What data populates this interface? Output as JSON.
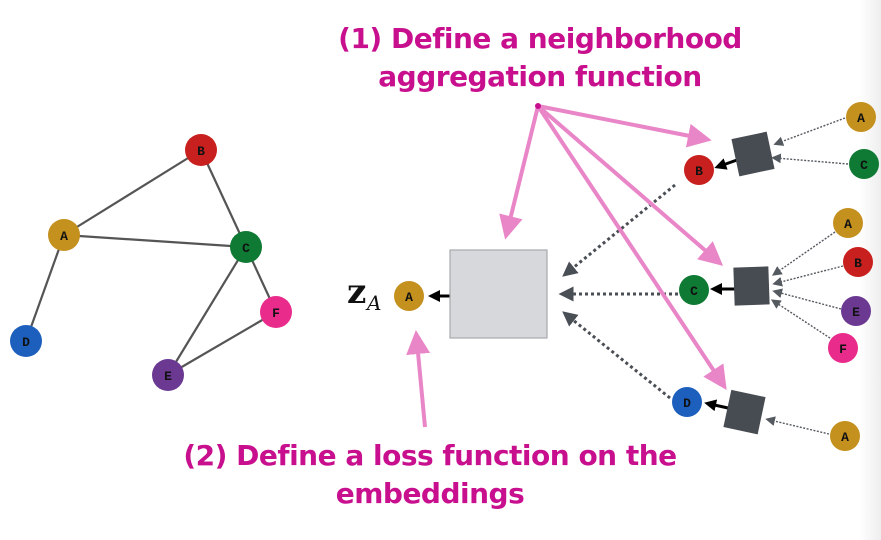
{
  "captions": {
    "step1_line1": "(1) Define a neighborhood",
    "step1_line2": "aggregation function",
    "step2_line1": "(2) Define a loss function on the",
    "step2_line2": "embeddings"
  },
  "embedding_label": {
    "symbol": "z",
    "subscript": "A"
  },
  "colors": {
    "A": "#c4901e",
    "B": "#c8201e",
    "C": "#0f7a33",
    "D": "#1d5fbd",
    "E": "#6b3892",
    "F": "#e92c8c",
    "edge": "#555555",
    "aggregator_box": "#474b52",
    "root_box": "#d7d8dc",
    "annotation_pink": "#e986c8",
    "caption_magenta": "#c8108f"
  },
  "input_graph": {
    "nodes": [
      "A",
      "B",
      "C",
      "D",
      "E",
      "F"
    ],
    "edges": [
      [
        "A",
        "B"
      ],
      [
        "A",
        "C"
      ],
      [
        "B",
        "C"
      ],
      [
        "A",
        "D"
      ],
      [
        "C",
        "E"
      ],
      [
        "C",
        "F"
      ],
      [
        "E",
        "F"
      ]
    ]
  },
  "computation_graph": {
    "target": "A",
    "layer1": [
      {
        "node": "B",
        "neighbors": [
          "A",
          "C"
        ]
      },
      {
        "node": "C",
        "neighbors": [
          "A",
          "B",
          "E",
          "F"
        ]
      },
      {
        "node": "D",
        "neighbors": [
          "A"
        ]
      }
    ]
  }
}
